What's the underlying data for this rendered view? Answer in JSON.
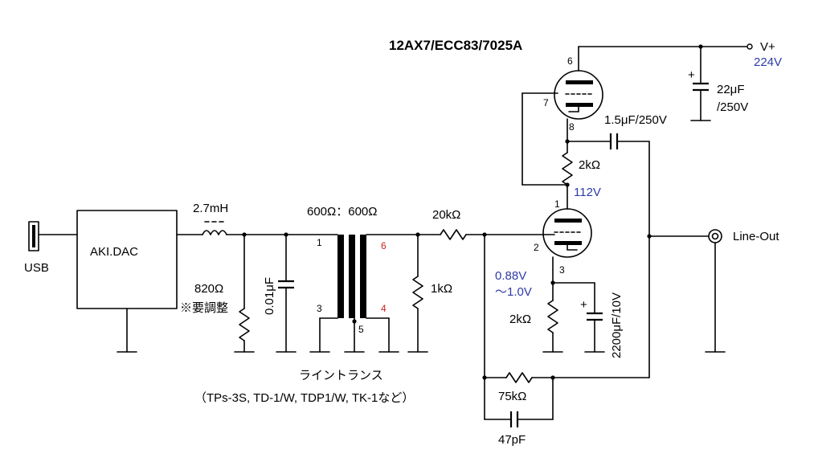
{
  "tube": {
    "title": "12AX7/ECC83/7025A"
  },
  "supply": {
    "label": "V+",
    "voltage": "224V"
  },
  "dac": {
    "label": "AKI.DAC",
    "usb_label": "USB"
  },
  "inductor": {
    "value": "2.7mH"
  },
  "r820": {
    "value": "820Ω",
    "note": "※要調整"
  },
  "c001": {
    "value": "0.01μF"
  },
  "transformer": {
    "ratio": "600Ω：600Ω",
    "name": "ライントランス",
    "models": "（TPs-3S, TD-1/W, TDP1/W, TK-1など）",
    "pins": {
      "p1": "1",
      "p3": "3",
      "p4": "4",
      "p5": "5",
      "p6": "6"
    }
  },
  "r1k": {
    "value": "1kΩ"
  },
  "r20k": {
    "value": "20kΩ"
  },
  "pins": {
    "p1": "1",
    "p2": "2",
    "p3": "3",
    "p6": "6",
    "p7": "7",
    "p8": "8"
  },
  "r2k_mid": {
    "value": "2kΩ"
  },
  "mid_voltage": "112V",
  "cathode_voltage_1": "0.88V",
  "cathode_voltage_2": "～1.0V",
  "r2k_cathode": {
    "value": "2kΩ"
  },
  "c2200": {
    "value": "2200μF/10V",
    "polarity": "+"
  },
  "c22": {
    "value": "22μF",
    "rating": "/250V",
    "polarity": "+"
  },
  "c15": {
    "value": "1.5μF/250V"
  },
  "r75k": {
    "value": "75kΩ"
  },
  "c47": {
    "value": "47pF"
  },
  "output": {
    "label": "Line-Out"
  },
  "colors": {
    "blue": "#2e3aa8",
    "red": "#d21e1e"
  }
}
